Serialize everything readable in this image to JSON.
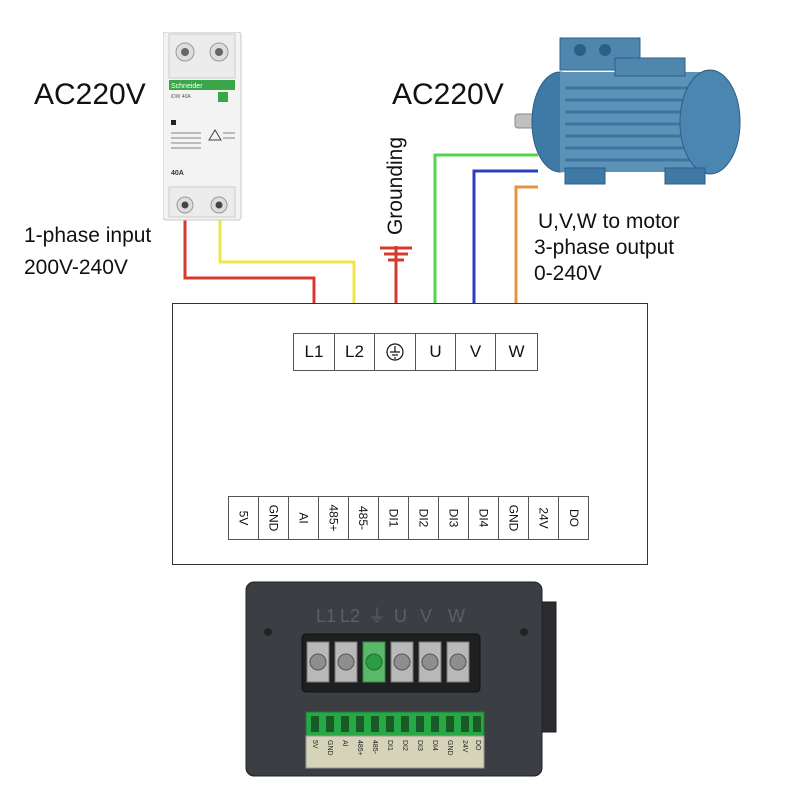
{
  "labels": {
    "ac_left": "AC220V",
    "ac_right": "AC220V",
    "input_line1": "1-phase input",
    "input_line2": "200V-240V",
    "grounding": "Grounding",
    "output_line1": "U,V,W to motor",
    "output_line2": "3-phase output",
    "output_line3": "0-240V"
  },
  "breaker": {
    "brand": "Schneider",
    "model": "iDW 40A",
    "rating": "40A"
  },
  "power_terminals": [
    {
      "label": "L1",
      "wire_color": "#d63a2f"
    },
    {
      "label": "L2",
      "wire_color": "#f2e54b"
    },
    {
      "label": "",
      "icon": "ground-icon",
      "wire_color": "#d63a2f"
    },
    {
      "label": "U",
      "wire_color": "#4fd44a"
    },
    {
      "label": "V",
      "wire_color": "#2b3fb8"
    },
    {
      "label": "W",
      "wire_color": "#e59442"
    }
  ],
  "control_terminals": [
    "5V",
    "GND",
    "AI",
    "485+",
    "485-",
    "DI1",
    "DI2",
    "DI3",
    "DI4",
    "GND",
    "24V",
    "DO"
  ],
  "photo_device": {
    "power_labels": [
      "L1",
      "L2",
      "⏚",
      "U",
      "V",
      "W"
    ],
    "control_labels": [
      "5V",
      "GND",
      "AI",
      "485+",
      "485-",
      "DI1",
      "DI2",
      "DI3",
      "DI4",
      "GND",
      "24V",
      "DO"
    ]
  },
  "colors": {
    "red_wire": "#d63a2f",
    "yellow_wire": "#f2e54b",
    "green_wire": "#4fd44a",
    "blue_wire": "#2b3fb8",
    "orange_wire": "#e59442",
    "motor_blue": "#4f86ad",
    "device_body": "#3b3e42",
    "connector_green": "#28a745"
  }
}
